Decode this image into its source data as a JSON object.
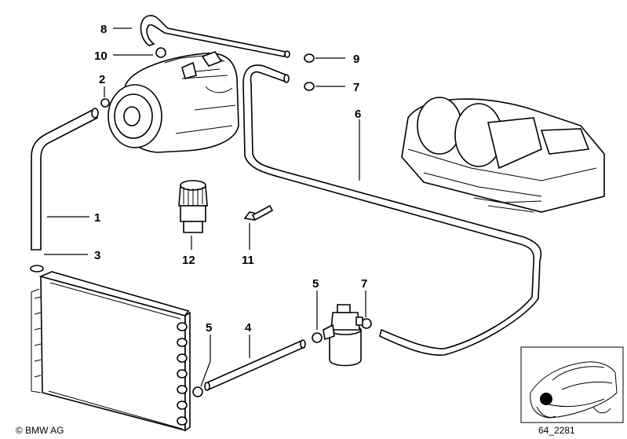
{
  "callouts": {
    "c1": "1",
    "c2": "2",
    "c3": "3",
    "c4": "4",
    "c5a": "5",
    "c5b": "5",
    "c6": "6",
    "c7a": "7",
    "c7b": "7",
    "c8": "8",
    "c9": "9",
    "c10": "10",
    "c11": "11",
    "c12": "12"
  },
  "footer": {
    "copyright": "© BMW AG",
    "diagram_code": "64_2281"
  },
  "icons": {
    "compressor": "ac-compressor-icon",
    "condenser": "condenser-icon",
    "evaporator": "evaporator-housing-icon",
    "dryer": "receiver-dryer-icon",
    "switch": "pressure-switch-icon",
    "bolt": "bolt-icon",
    "car": "car-location-icon"
  }
}
